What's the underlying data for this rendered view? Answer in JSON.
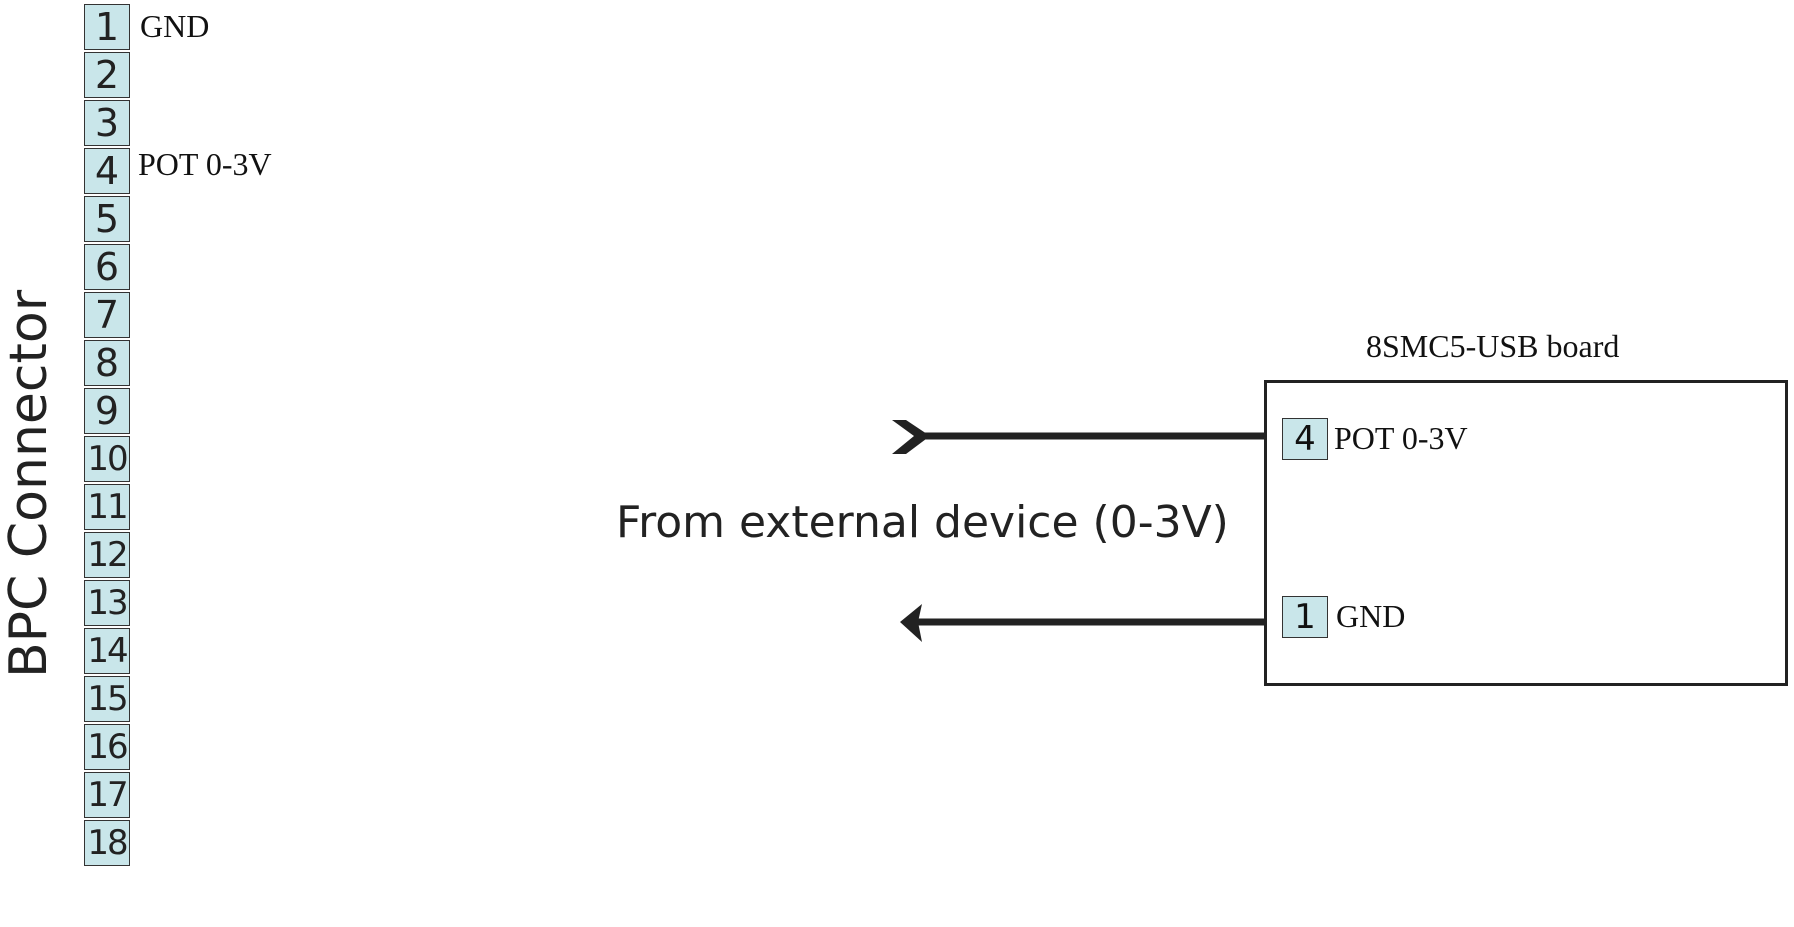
{
  "connector": {
    "title": "BPC Connector",
    "pins": [
      "1",
      "2",
      "3",
      "4",
      "5",
      "6",
      "7",
      "8",
      "9",
      "10",
      "11",
      "12",
      "13",
      "14",
      "15",
      "16",
      "17",
      "18"
    ],
    "labels": {
      "pin1": "GND",
      "pin4": "POT 0-3V"
    }
  },
  "board": {
    "title": "8SMC5-USB board",
    "pins": [
      {
        "number": "4",
        "label": "POT 0-3V"
      },
      {
        "number": "1",
        "label": "GND"
      }
    ]
  },
  "external": {
    "label": "From external device (0-3V)"
  },
  "colors": {
    "pin_fill": "#c9e6ea",
    "line": "#222222"
  }
}
